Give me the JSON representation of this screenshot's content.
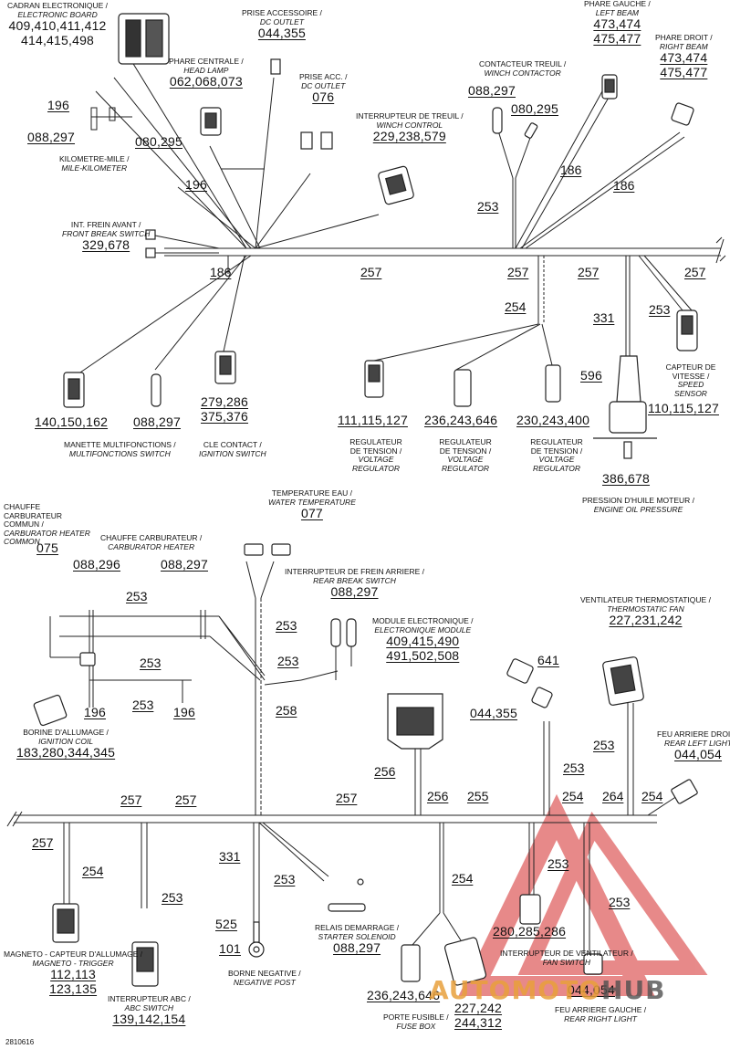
{
  "colors": {
    "line": "#222222",
    "watermark_red": "#d42a2a",
    "watermark_orange": "#e8a03c",
    "watermark_gray": "#555555"
  },
  "watermark": {
    "auto": "AUTOMOTO",
    "hub": "HUB"
  },
  "doc_id": "2810616",
  "components": {
    "electronic_board": {
      "fr": "CADRAN ELECTRONIQUE /",
      "en": "ELECTRONIC BOARD",
      "n1": "409,410,411,412",
      "n2": "414,415,498"
    },
    "accessory_outlet": {
      "fr": "PRISE ACCESSOIRE /",
      "en": "DC OUTLET",
      "n1": "044,355"
    },
    "head_lamp": {
      "fr": "PHARE CENTRALE /",
      "en": "HEAD LAMP",
      "n1": "062,068,073"
    },
    "dc_outlet": {
      "fr": "PRISE ACC. /",
      "en": "DC OUTLET",
      "n1": "076"
    },
    "winch_control": {
      "fr": "INTERRUPTEUR DE TREUIL /",
      "en": "WINCH CONTROL",
      "n1": "229,238,579"
    },
    "winch_contactor": {
      "fr": "CONTACTEUR TREUIL /",
      "en": "WINCH CONTACTOR",
      "n1": "088,297",
      "n2": "080,295"
    },
    "left_beam": {
      "fr": "PHARE GAUCHE /",
      "en": "LEFT BEAM",
      "n1": "473,474",
      "n2": "475,477"
    },
    "right_beam": {
      "fr": "PHARE DROIT /",
      "en": "RIGHT BEAM",
      "n1": "473,474",
      "n2": "475,477"
    },
    "mile_kilometer": {
      "fr": "KILOMETRE-MILE /",
      "en": "MILE-KILOMETER",
      "a": "196",
      "b": "088,297",
      "c": "080,295",
      "d": "196"
    },
    "front_brake_switch": {
      "fr": "INT. FREIN AVANT /",
      "en": "FRONT BREAK SWITCH",
      "n1": "329,678"
    },
    "multifunction_switch": {
      "fr": "MANETTE MULTIFONCTIONS /",
      "en": "MULTIFONCTIONS SWITCH",
      "n1": "140,150,162",
      "n2": "088,297"
    },
    "ignition_switch": {
      "fr": "CLE CONTACT /",
      "en": "IGNITION SWITCH",
      "n1": "279,286",
      "n2": "375,376"
    },
    "voltage_regulator_1": {
      "fr": "REGULATEUR DE TENSION /",
      "en": "VOLTAGE REGULATOR",
      "n1": "111,115,127"
    },
    "voltage_regulator_2": {
      "fr": "REGULATEUR DE TENSION /",
      "en": "VOLTAGE REGULATOR",
      "n1": "236,243,646"
    },
    "voltage_regulator_3": {
      "fr": "REGULATEUR DE TENSION /",
      "en": "VOLTAGE REGULATOR",
      "n1": "230,243,400"
    },
    "speed_sensor": {
      "fr": "CAPTEUR DE VITESSE /",
      "en": "SPEED SENSOR",
      "n1": "110,115,127"
    },
    "oil_pressure": {
      "fr": "PRESSION D'HUILE MOTEUR /",
      "en": "ENGINE OIL PRESSURE",
      "n1": "596",
      "n2": "386,678"
    },
    "carb_heater_common": {
      "fr": "CHAUFFE CARBURATEUR COMMUN /",
      "en": "CARBURATOR HEATER COMMON",
      "n1": "075"
    },
    "carb_heater": {
      "fr": "CHAUFFE CARBURATEUR /",
      "en": "CARBURATOR HEATER",
      "n1": "088,296",
      "n2": "088,297"
    },
    "water_temp": {
      "fr": "TEMPERATURE EAU /",
      "en": "WATER TEMPERATURE",
      "n1": "077"
    },
    "rear_brake_switch": {
      "fr": "INTERRUPTEUR DE FREIN ARRIERE /",
      "en": "REAR BREAK SWITCH",
      "n1": "088,297"
    },
    "electronic_module": {
      "fr": "MODULE ELECTRONIQUE /",
      "en": "ELECTRONIQUE MODULE",
      "n1": "409,415,490",
      "n2": "491,502,508"
    },
    "thermostatic_fan": {
      "fr": "VENTILATEUR THERMOSTATIQUE /",
      "en": "THERMOSTATIC FAN",
      "n1": "227,231,242"
    },
    "outlet_641": {
      "n1": "641",
      "n2": "044,355"
    },
    "rear_left_light": {
      "fr": "FEU ARRIERE DROIT /",
      "en": "REAR LEFT LIGHT",
      "n1": "044,054"
    },
    "ignition_coil": {
      "fr": "BORINE D'ALLUMAGE /",
      "en": "IGNITION COIL",
      "n1": "183,280,344,345",
      "a": "196",
      "b": "196"
    },
    "magneto_trigger": {
      "fr": "MAGNETO - CAPTEUR D'ALLUMAGE /",
      "en": "MAGNETO - TRIGGER",
      "n1": "112,113",
      "n2": "123,135"
    },
    "abc_switch": {
      "fr": "INTERRUPTEUR ABC /",
      "en": "ABC SWITCH",
      "n1": "139,142,154"
    },
    "negative_post": {
      "fr": "BORNE NEGATIVE /",
      "en": "NEGATIVE POST",
      "n1": "525",
      "n2": "101"
    },
    "starter_solenoid": {
      "fr": "RELAIS DEMARRAGE /",
      "en": "STARTER SOLENOID",
      "n1": "088,297"
    },
    "fuse_box": {
      "fr": "PORTE FUSIBLE /",
      "en": "FUSE BOX",
      "n1": "236,243,646"
    },
    "fan_switch": {
      "fr": "INTERRUPTEUR DE VENTILATEUR /",
      "en": "FAN SWITCH",
      "n1": "280,285,286",
      "n2": "227,242",
      "n3": "244,312"
    },
    "rear_right_light": {
      "fr": "FEU ARRIERE GAUCHE /",
      "en": "REAR RIGHT LIGHT",
      "n1": "044,054"
    }
  },
  "wires": {
    "w186_top": "186",
    "w257_a": "257",
    "w257_b": "257",
    "w257_c": "257",
    "w257_d": "257",
    "w253_winch": "253",
    "w186_lb": "186",
    "w186_rb": "186",
    "w254_reg": "254",
    "w331": "331",
    "w253_speed": "253",
    "w253_carb": "253",
    "w253_carb2": "253",
    "w253_harn": "253",
    "w253_brake": "253",
    "w253_mod": "253",
    "w258": "258",
    "w256_mod": "256",
    "w253_641": "253",
    "w253_rl": "253",
    "w257_l1": "257",
    "w257_l2": "257",
    "w257_l3": "257",
    "w257_l4": "257",
    "w256_b": "256",
    "w255": "255",
    "w254_b1": "254",
    "w264": "264",
    "w254_b2": "254",
    "w254_mag": "254",
    "w253_abc": "253",
    "w331_b": "331",
    "w253_starter": "253",
    "w254_fuse": "254",
    "w253_fan": "253",
    "w253_rr": "253"
  }
}
